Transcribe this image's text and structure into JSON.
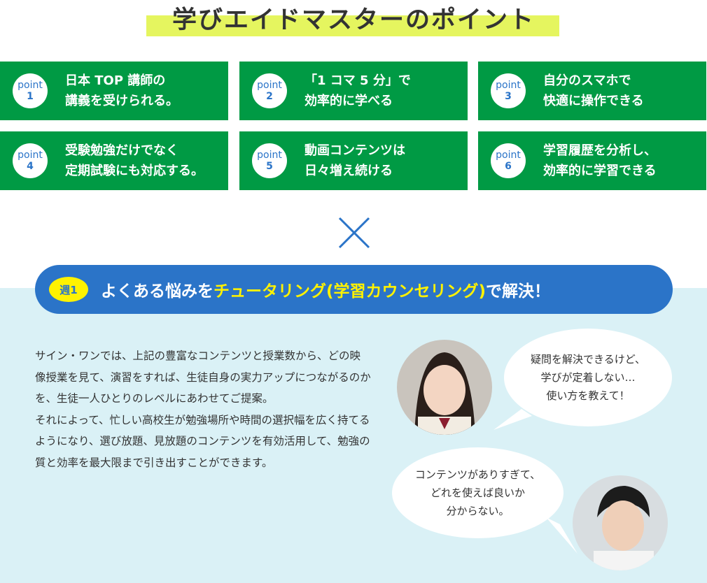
{
  "title": "学びエイドマスターのポイント",
  "point_label": "point",
  "points": [
    {
      "num": "1",
      "line1": "日本 TOP 講師の",
      "line2": "講義を受けられる。"
    },
    {
      "num": "2",
      "line1": "「1 コマ 5 分」で",
      "line2": "効率的に学べる"
    },
    {
      "num": "3",
      "line1": "自分のスマホで",
      "line2": "快適に操作できる"
    },
    {
      "num": "4",
      "line1": "受験勉強だけでなく",
      "line2": "定期試験にも対応する。"
    },
    {
      "num": "5",
      "line1": "動画コンテンツは",
      "line2": "日々増え続ける"
    },
    {
      "num": "6",
      "line1": "学習履歴を分析し、",
      "line2": "効率的に学習できる"
    }
  ],
  "banner": {
    "week": "週1",
    "pre": "よくある悩みを",
    "highlight": "チュータリング(学習カウンセリング)",
    "post": "で解決！"
  },
  "body": [
    "サイン・ワンでは、上記の豊富なコンテンツと授業数から、どの映像授業を見て、演習をすれば、生徒自身の実力アップにつながるのかを、生徒一人ひとりのレベルにあわせてご提案。",
    "それによって、忙しい高校生が勉強場所や時間の選択幅を広く持てるようになり、選び放題、見放題のコンテンツを有効活用して、勉強の質と効率を最大限まで引き出すことができます。"
  ],
  "bubbles": [
    {
      "l1": "疑問を解決できるけど、",
      "l2": "学びが定着しない…",
      "l3": "使い方を教えて！"
    },
    {
      "l1": "コンテンツがありすぎて、",
      "l2": "どれを使えば良いか",
      "l3": "分からない。"
    }
  ],
  "colors": {
    "green": "#009a44",
    "blue": "#2b74c8",
    "yellow": "#fff200",
    "band": "#e5f55f",
    "bg": "#daf1f6"
  }
}
